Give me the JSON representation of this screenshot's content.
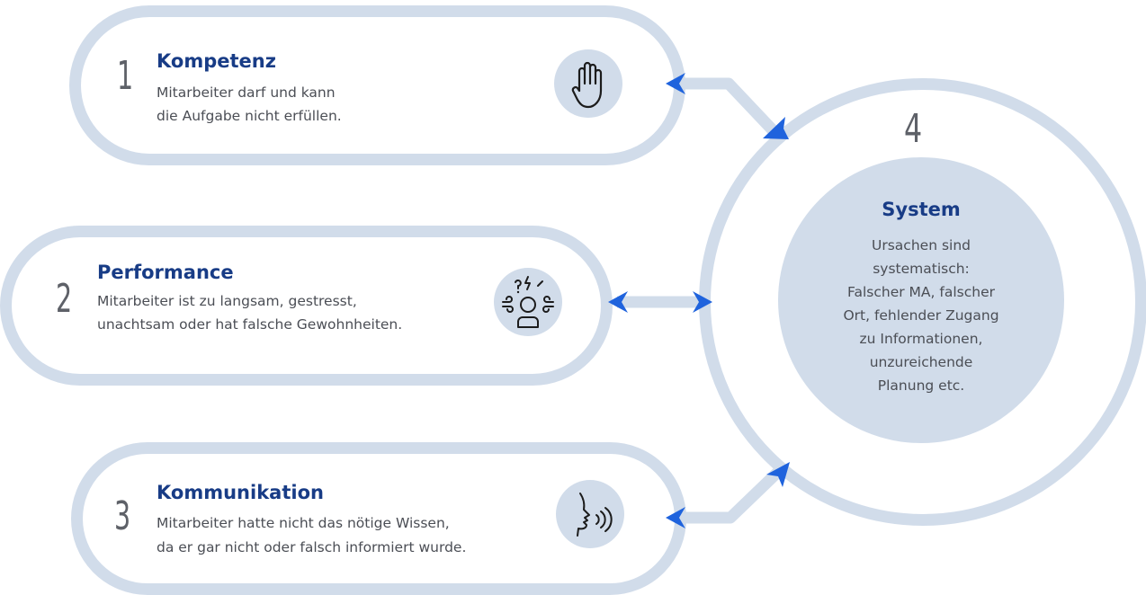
{
  "items": [
    {
      "number": "1",
      "title": "Kompetenz",
      "description_lines": [
        "Mitarbeiter darf und kann",
        "die Aufgabe nicht erfüllen."
      ],
      "icon": "raised-hand-icon"
    },
    {
      "number": "2",
      "title": "Performance",
      "description_lines": [
        "Mitarbeiter ist zu langsam, gestresst,",
        "unachtsam oder hat falsche Gewohnheiten."
      ],
      "icon": "stressed-person-icon"
    },
    {
      "number": "3",
      "title": "Kommunikation",
      "description_lines": [
        "Mitarbeiter hatte nicht das nötige Wissen,",
        "da er gar nicht oder falsch informiert wurde."
      ],
      "icon": "speaking-face-icon"
    }
  ],
  "system": {
    "number": "4",
    "title": "System",
    "description": "Ursachen sind\nsystematisch:\nFalscher MA, falscher\nOrt, fehlender Zugang\nzu Informationen,\nunzureichende\nPlanung etc."
  },
  "colors": {
    "ring": "#d1dcea",
    "title": "#183c86",
    "arrow": "#1f63dd",
    "text": "#4b4e55"
  }
}
